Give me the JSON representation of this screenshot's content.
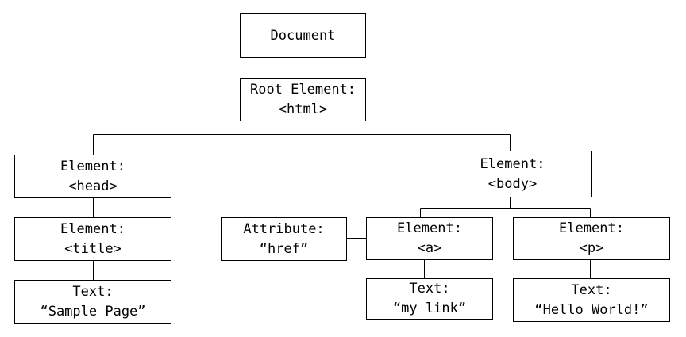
{
  "nodes": {
    "document": {
      "line1": "Document"
    },
    "root_html": {
      "line1": "Root Element:",
      "line2": "<html>"
    },
    "head": {
      "line1": "Element:",
      "line2": "<head>"
    },
    "body": {
      "line1": "Element:",
      "line2": "<body>"
    },
    "title": {
      "line1": "Element:",
      "line2": "<title>"
    },
    "text_page": {
      "line1": "Text:",
      "line2": "“Sample Page”"
    },
    "attribute": {
      "line1": "Attribute:",
      "line2": "“href”"
    },
    "anchor": {
      "line1": "Element:",
      "line2": "<a>"
    },
    "paragraph": {
      "line1": "Element:",
      "line2": "<p>"
    },
    "text_link": {
      "line1": "Text:",
      "line2": "“my link”"
    },
    "text_hello": {
      "line1": "Text:",
      "line2": "“Hello World!”"
    }
  },
  "colors": {
    "stroke": "#000000",
    "background": "#ffffff"
  }
}
